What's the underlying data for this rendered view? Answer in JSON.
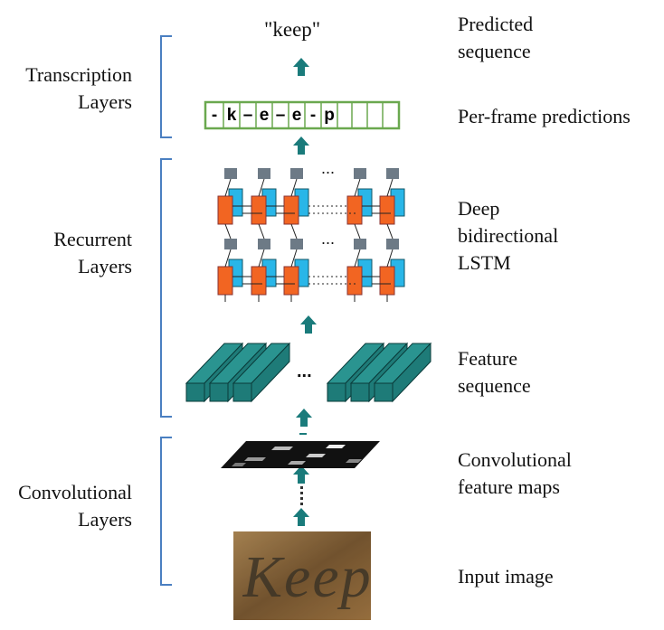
{
  "left_labels": {
    "transcription": [
      "Transcription",
      "Layers"
    ],
    "recurrent": [
      "Recurrent",
      "Layers"
    ],
    "convolutional": [
      "Convolutional",
      "Layers"
    ]
  },
  "right_labels": {
    "predicted": [
      "Predicted",
      "sequence"
    ],
    "per_frame": "Per-frame predictions",
    "lstm": [
      "Deep",
      "bidirectional",
      "LSTM"
    ],
    "feature_seq": [
      "Feature",
      "sequence"
    ],
    "conv_maps": [
      "Convolutional",
      "feature maps"
    ],
    "input": "Input image"
  },
  "output_text": "\"keep\"",
  "per_frame_cells": [
    "-",
    "k",
    "–",
    "e",
    "–",
    "e",
    "-",
    "p",
    "",
    "",
    "",
    ""
  ],
  "ellipsis": "...",
  "input_image_text": "Keep",
  "colors": {
    "bracket": "#4a7fc1",
    "arrow": "#1a7b7b",
    "frame_box": "#6aa84f",
    "lstm_orange": "#f26522",
    "lstm_blue": "#29b6e8",
    "lstm_gray": "#6d7a86",
    "feature_teal": "#1e7b78"
  }
}
